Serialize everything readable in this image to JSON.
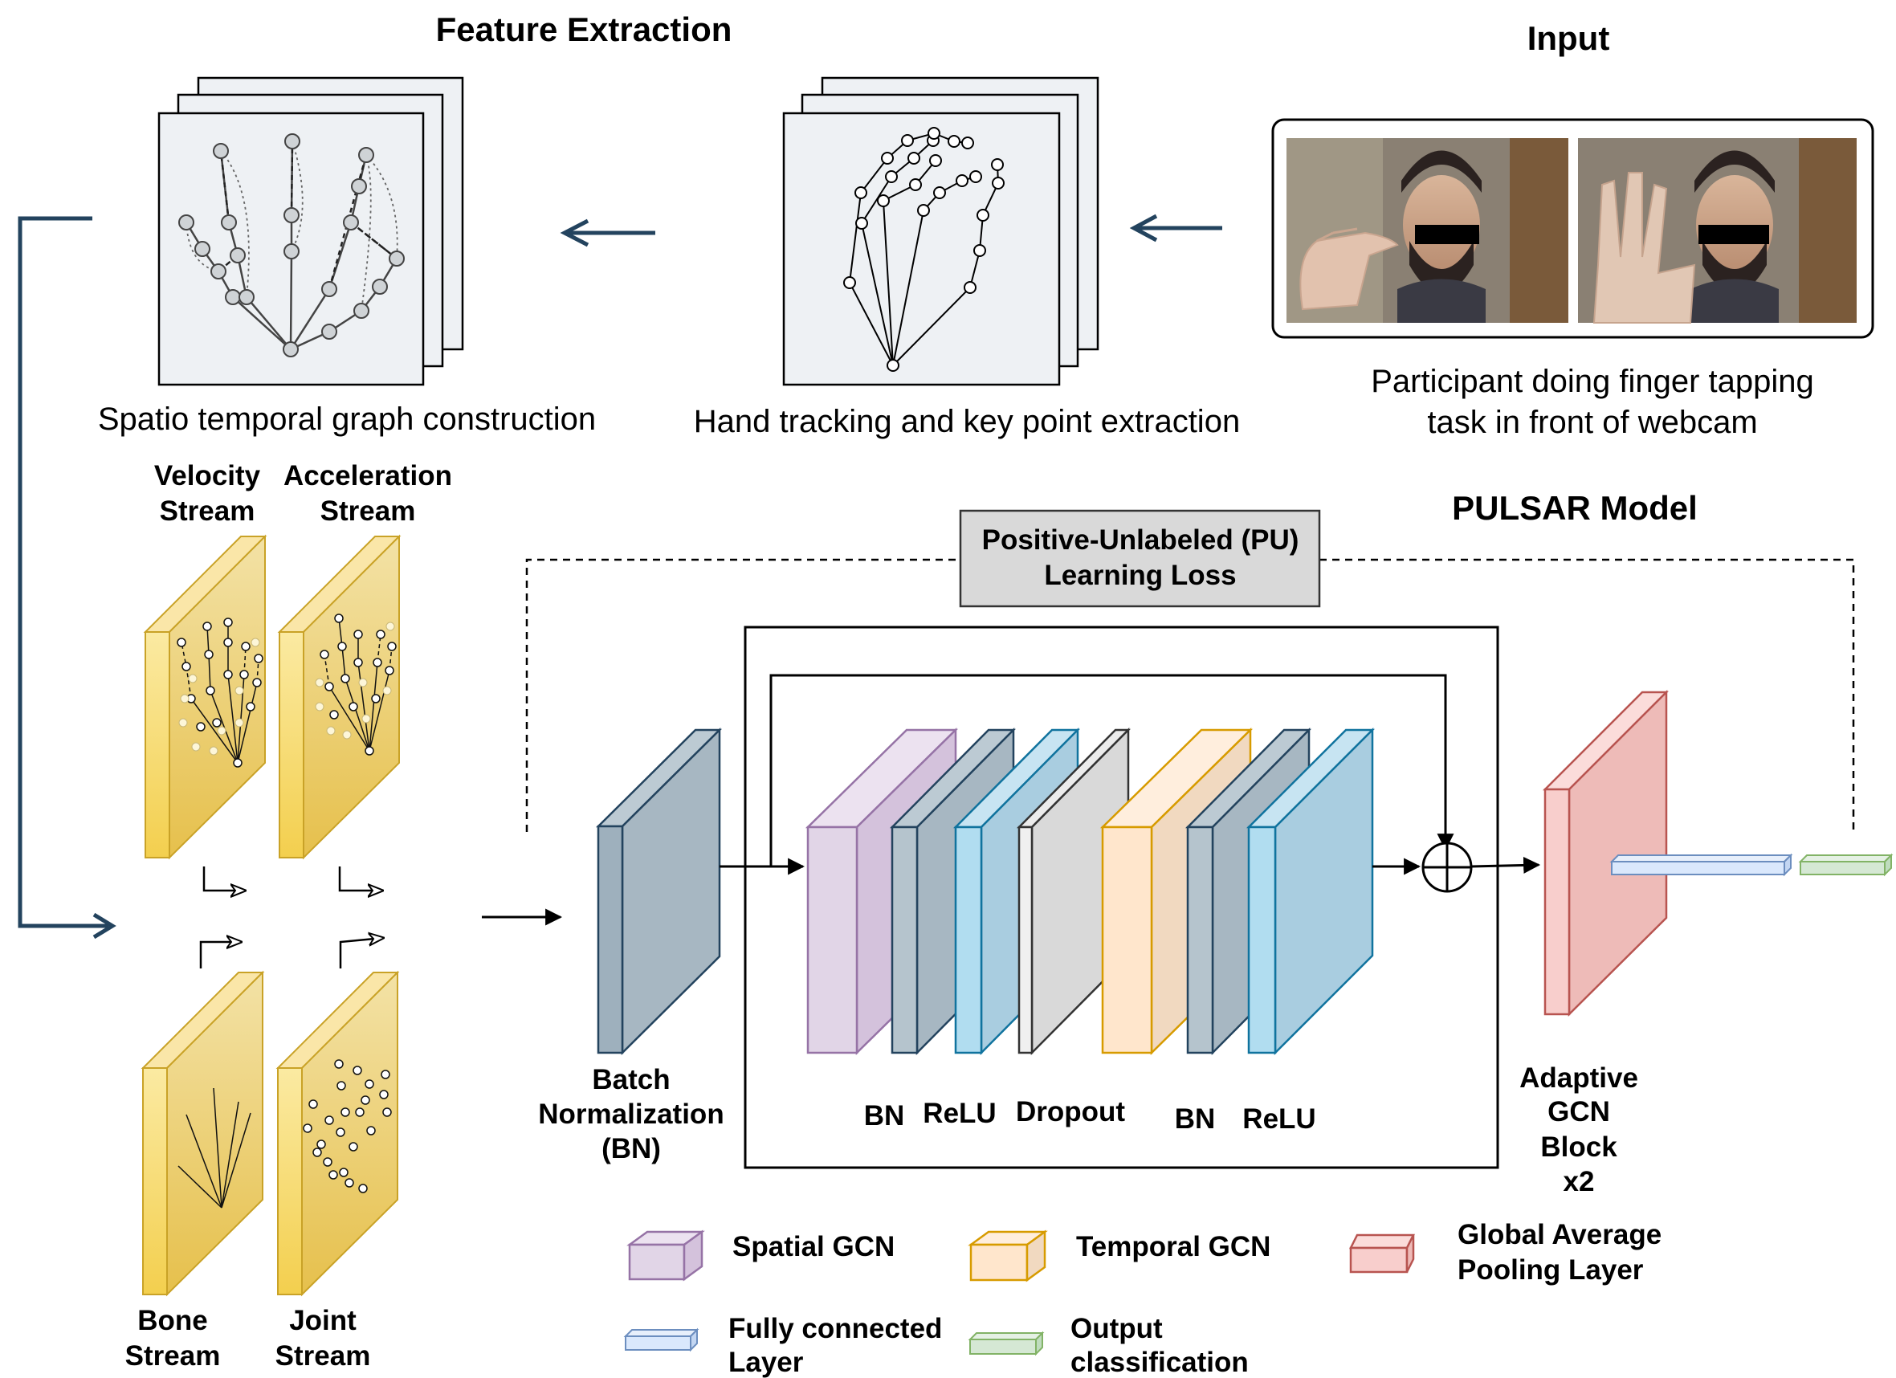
{
  "titles": {
    "feature_extraction": "Feature Extraction",
    "input": "Input",
    "model": "PULSAR Model"
  },
  "captions": {
    "graph": "Spatio temporal graph construction",
    "tracking": "Hand tracking and key point extraction",
    "input_line1": "Participant doing finger tapping",
    "input_line2": "task in front of webcam"
  },
  "streams": {
    "velocity_l1": "Velocity",
    "velocity_l2": "Stream",
    "acceleration_l1": "Acceleration",
    "acceleration_l2": "Stream",
    "bone_l1": "Bone",
    "bone_l2": "Stream",
    "joint_l1": "Joint",
    "joint_l2": "Stream"
  },
  "loss": {
    "line1": "Positive-Unlabeled (PU)",
    "line2": "Learning Loss"
  },
  "layers": {
    "bn_l1": "Batch",
    "bn_l2": "Normalization",
    "bn_l3": "(BN)",
    "bn1": "BN",
    "relu1": "ReLU",
    "dropout": "Dropout",
    "bn2": "BN",
    "relu2": "ReLU",
    "agcn_l1": "Adaptive",
    "agcn_l2": "GCN",
    "agcn_l3": "Block",
    "agcn_l4": "x2"
  },
  "legend": {
    "spatial": "Spatial GCN",
    "temporal": "Temporal GCN",
    "gap_l1": "Global Average",
    "gap_l2": "Pooling Layer",
    "fc_l1": "Fully connected",
    "fc_l2": "Layer",
    "out_l1": "Output",
    "out_l2": "classification"
  },
  "colors": {
    "spatial_gcn": "#e1d5e7",
    "temporal_gcn": "#ffe6cc",
    "gap": "#f8cecc",
    "fc": "#dae8fc",
    "output": "#d5e8d4",
    "bn": "#a7b7c2",
    "relu": "#a9cde0",
    "dropout": "#d9d9d9",
    "stream_panel": "#f0d47a",
    "arrow_navy": "#23435e"
  }
}
